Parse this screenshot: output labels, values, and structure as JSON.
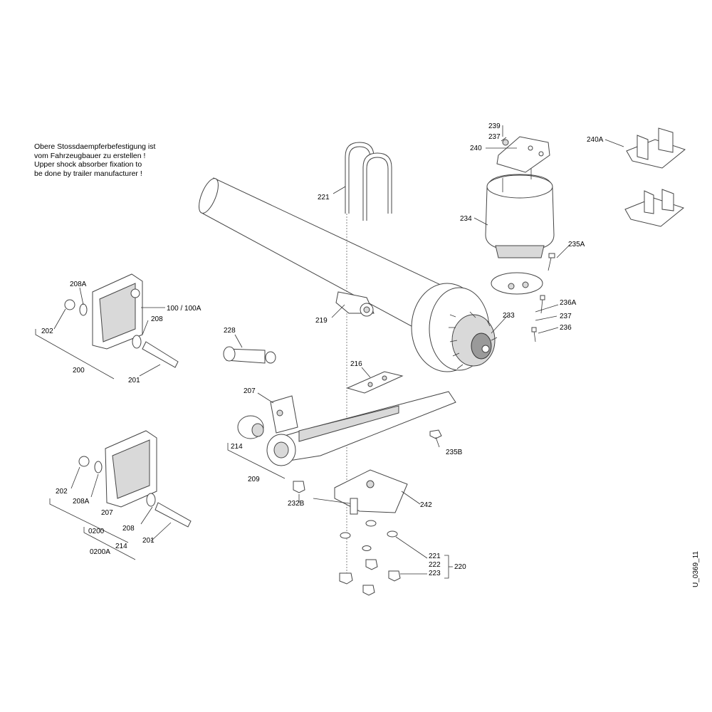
{
  "note": {
    "lines": [
      "Obere Stossdaempferbefestigung ist",
      "vom Fahrzeugbauer zu erstellen !",
      "Upper shock absorber fixation to",
      "be done by trailer manufacturer !"
    ]
  },
  "labels": {
    "p239": "239",
    "p237a": "237",
    "p240": "240",
    "p240A": "240A",
    "p221a": "221",
    "p234": "234",
    "p235A": "235A",
    "p208A_top": "208A",
    "p100": "100 / 100A",
    "p208_top": "208",
    "p202_top": "202",
    "p200": "200",
    "p201_top": "201",
    "p219": "219",
    "p233": "233",
    "p236A": "236A",
    "p237b": "237",
    "p236": "236",
    "p228": "228",
    "p216": "216",
    "p207_mid": "207",
    "p214_mid": "214",
    "p209": "209",
    "p235B": "235B",
    "p232B": "232B",
    "p242": "242",
    "p202_bot": "202",
    "p208A_bot": "208A",
    "p207_bot": "207",
    "p208_bot": "208",
    "p201_bot": "201",
    "p0200": "0200",
    "p214_bot": "214",
    "p0200A": "0200A",
    "p221b": "221",
    "p222": "222",
    "p223": "223",
    "p220": "220"
  },
  "drawing_ref": "U_0369_11"
}
